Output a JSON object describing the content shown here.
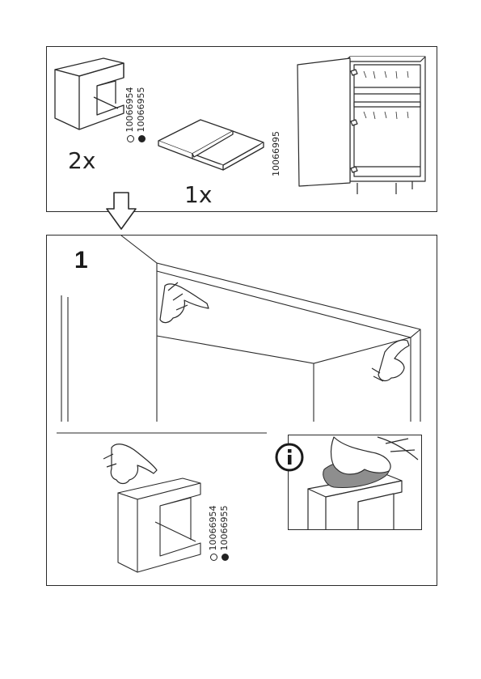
{
  "parts": {
    "bracket": {
      "quantity": "2x",
      "article_numbers": [
        "10066954",
        "10066955"
      ],
      "variant_colors": [
        "white",
        "black"
      ]
    },
    "shelf_panels": {
      "quantity": "1x",
      "article_number": "10066995"
    }
  },
  "step": {
    "number": "1",
    "detail_article_numbers": [
      "10066954",
      "10066955"
    ],
    "info_icon": "info-icon"
  },
  "colors": {
    "line": "#2a2a2a",
    "cloth": "#8e8e8e"
  }
}
